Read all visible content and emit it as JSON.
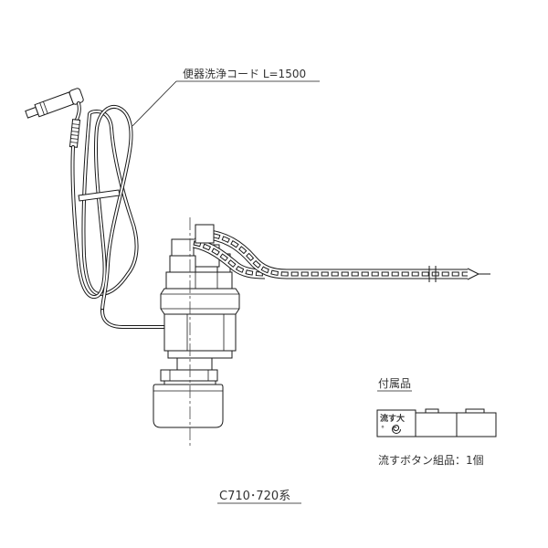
{
  "cord_label": "便器洗浄コード L=1500",
  "accessories": {
    "heading": "付属品",
    "button_text": "流す大",
    "button_mark": "°",
    "button_icon": "swirl-icon",
    "caption": "流すボタン組品：1個"
  },
  "model": "C710･720系",
  "colors": {
    "line": "#1a1a1a",
    "text": "#333333",
    "background": "#ffffff"
  }
}
